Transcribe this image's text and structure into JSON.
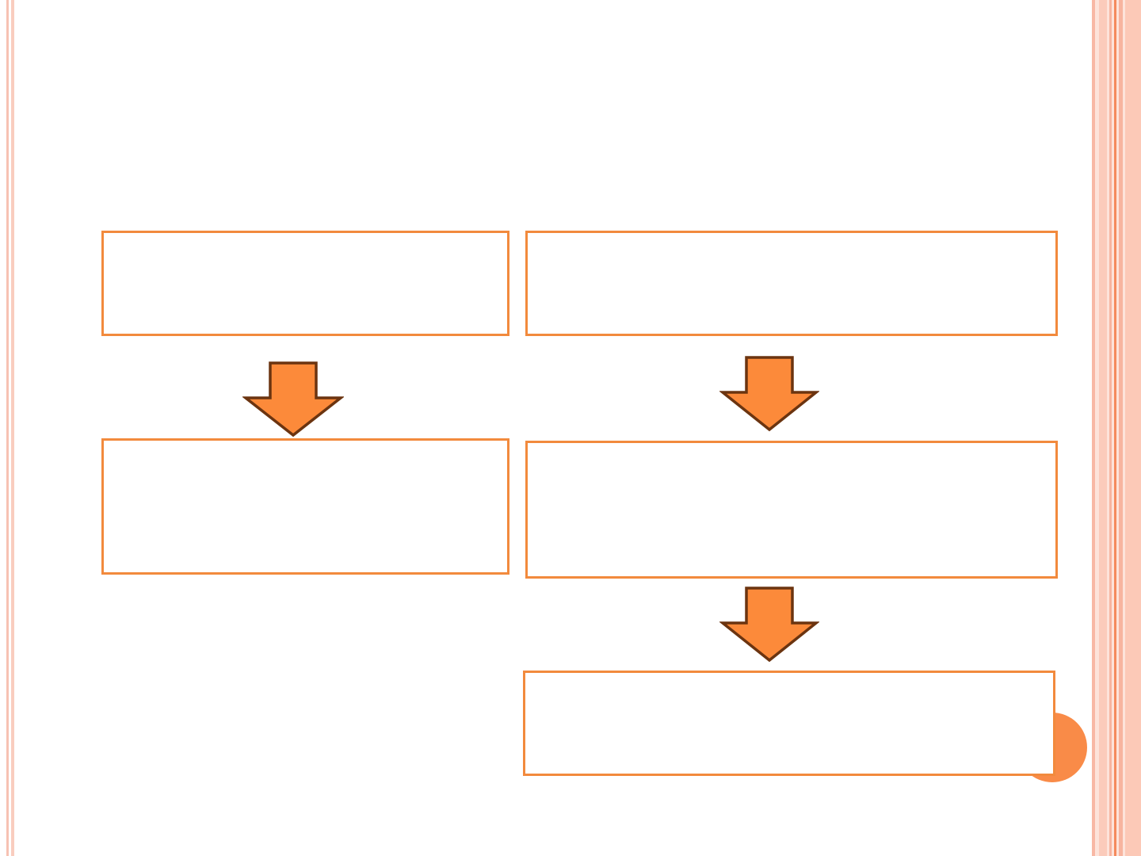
{
  "colors": {
    "box_border": "#f28a3d",
    "arrow_fill": "#fc8a3a",
    "arrow_outline": "#6b3410",
    "page_marker": "#f98b48",
    "decor_band": "#fcc9b7"
  },
  "diagram": {
    "boxes": [
      {
        "id": "left-top",
        "text": ""
      },
      {
        "id": "left-bottom",
        "text": ""
      },
      {
        "id": "right-top",
        "text": ""
      },
      {
        "id": "right-middle",
        "text": ""
      },
      {
        "id": "right-bottom",
        "text": ""
      }
    ],
    "arrows": [
      {
        "from": "left-top",
        "to": "left-bottom",
        "icon": "down-arrow-icon"
      },
      {
        "from": "right-top",
        "to": "right-middle",
        "icon": "down-arrow-icon"
      },
      {
        "from": "right-middle",
        "to": "right-bottom",
        "icon": "down-arrow-icon"
      }
    ]
  }
}
